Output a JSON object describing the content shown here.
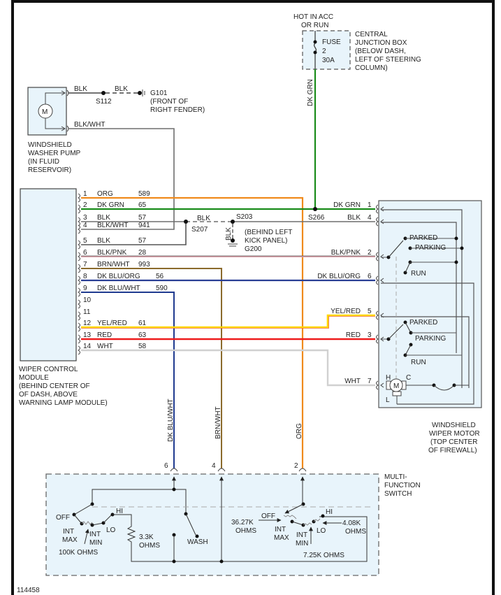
{
  "figure_id": "114458",
  "colors": {
    "ORG": "#f08a1c",
    "DK_GRN": "#1a8c1a",
    "BLK": "#6e6e6e",
    "BLK_WHT": "#6e6e6e",
    "BLK_PNK": "#d9a0a8",
    "BRN_WHT": "#8b6a2c",
    "DK_BLU_ORG": "#2a3f95",
    "DK_BLU_WHT": "#1f3a8f",
    "YEL_RED": "#ffd700",
    "RED": "#ee1c1c",
    "WHT": "#d0d0d0",
    "component_fill": "#e8f4fb"
  },
  "power": {
    "hot_label_1": "HOT IN ACC",
    "hot_label_2": "OR RUN",
    "fuse_label": "FUSE",
    "fuse_number": "2",
    "fuse_rating": "30A",
    "box_lines": [
      "CENTRAL",
      "JUNCTION BOX",
      "(BELOW DASH,",
      "LEFT OF STEERING",
      "COLUMN)"
    ],
    "feed_wire": "DK GRN"
  },
  "washer_pump": {
    "motor_symbol": "M",
    "wire_top": "BLK",
    "wire_top_2": "BLK",
    "splice": "S112",
    "ground": "G101",
    "ground_loc_1": "(FRONT OF",
    "ground_loc_2": "RIGHT FENDER)",
    "wire_bottom": "BLK/WHT",
    "name_lines": [
      "WINDSHIELD",
      "WASHER PUMP",
      "(IN FLUID",
      "RESERVOIR)"
    ]
  },
  "wiper_module": {
    "name_lines": [
      "WIPER CONTROL",
      "MODULE",
      "(BEHIND CENTER OF",
      "OF DASH, ABOVE",
      "WARNING LAMP MODULE)"
    ],
    "pins": [
      {
        "pin": "1",
        "color": "ORG",
        "circuit": "589"
      },
      {
        "pin": "2",
        "color": "DK GRN",
        "circuit": "65"
      },
      {
        "pin": "3",
        "color": "BLK",
        "circuit": "57"
      },
      {
        "pin": "4",
        "color": "BLK/WHT",
        "circuit": "941"
      },
      {
        "pin": "5",
        "color": "BLK",
        "circuit": "57"
      },
      {
        "pin": "6",
        "color": "BLK/PNK",
        "circuit": "28"
      },
      {
        "pin": "7",
        "color": "BRN/WHT",
        "circuit": "993"
      },
      {
        "pin": "8",
        "color": "DK BLU/ORG",
        "circuit": "56"
      },
      {
        "pin": "9",
        "color": "DK BLU/WHT",
        "circuit": "590"
      },
      {
        "pin": "10",
        "color": "",
        "circuit": ""
      },
      {
        "pin": "11",
        "color": "",
        "circuit": ""
      },
      {
        "pin": "12",
        "color": "YEL/RED",
        "circuit": "61"
      },
      {
        "pin": "13",
        "color": "RED",
        "circuit": "63"
      },
      {
        "pin": "14",
        "color": "WHT",
        "circuit": "58"
      }
    ]
  },
  "ground_splices": {
    "s207": "S207",
    "s203": "S203",
    "s266": "S266",
    "blk_mid": "BLK",
    "blk_vertical": "BLK",
    "kick_1": "(BEHIND LEFT",
    "kick_2": "KICK PANEL)",
    "g200": "G200"
  },
  "wiper_motor": {
    "name_lines": [
      "WINDSHIELD",
      "WIPER MOTOR",
      "(TOP CENTER",
      "OF FIREWALL)"
    ],
    "pins": [
      {
        "pin": "1",
        "color": "DK GRN"
      },
      {
        "pin": "4",
        "color": "BLK"
      },
      {
        "pin": "2",
        "color": "BLK/PNK"
      },
      {
        "pin": "6",
        "color": "DK BLU/ORG"
      },
      {
        "pin": "5",
        "color": "YEL/RED"
      },
      {
        "pin": "3",
        "color": "RED"
      },
      {
        "pin": "7",
        "color": "WHT"
      }
    ],
    "switch1": {
      "parked": "PARKED",
      "parking": "PARKING",
      "run": "RUN"
    },
    "switch2": {
      "parked": "PARKED",
      "parking": "PARKING",
      "run": "RUN"
    },
    "motor": {
      "symbol": "M",
      "h": "H",
      "c": "C",
      "l": "L"
    }
  },
  "vertical_wires": [
    {
      "label": "DK BLU/WHT",
      "pin": "6"
    },
    {
      "label": "BRN/WHT",
      "pin": "4"
    },
    {
      "label": "ORG",
      "pin": "2"
    }
  ],
  "mfs": {
    "name_lines": [
      "MULTI-",
      "FUNCTION",
      "SWITCH"
    ],
    "left": {
      "off": "OFF",
      "int_max_1": "INT",
      "int_max_2": "MAX",
      "int_min_1": "INT",
      "int_min_2": "MIN",
      "lo": "LO",
      "hi": "HI",
      "r100k": "100K OHMS",
      "r33k_1": "3.3K",
      "r33k_2": "OHMS",
      "wash": "WASH"
    },
    "right": {
      "off": "OFF",
      "r3627_1": "36.27K",
      "r3627_2": "OHMS",
      "int_max_1": "INT",
      "int_max_2": "MAX",
      "int_min_1": "INT",
      "int_min_2": "MIN",
      "lo": "LO",
      "hi": "HI",
      "r408_1": "4.08K",
      "r408_2": "OHMS",
      "r725": "7.25K OHMS"
    }
  }
}
